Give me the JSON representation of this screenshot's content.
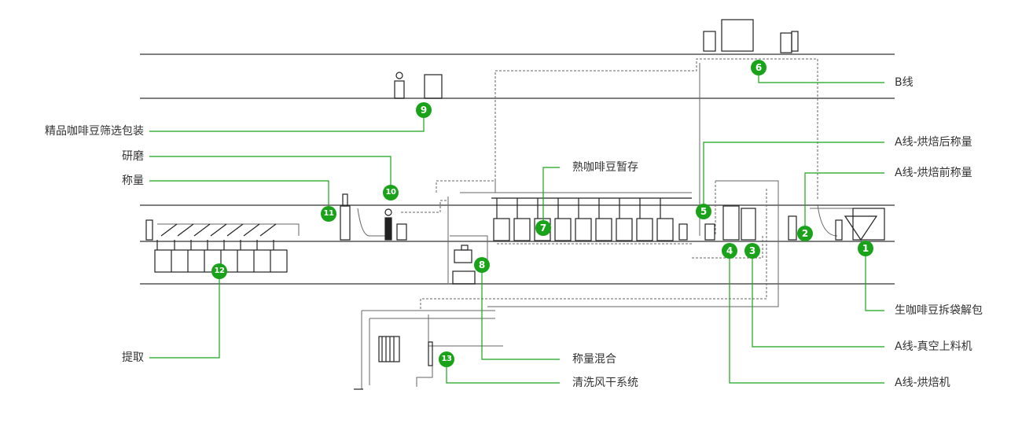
{
  "accent_color": "#1aa31a",
  "markers": [
    "1",
    "2",
    "3",
    "4",
    "5",
    "6",
    "7",
    "8",
    "9",
    "10",
    "11",
    "12",
    "13"
  ],
  "labels": {
    "m1": "生咖啡豆拆袋解包",
    "m2": "A线-烘焙前称量",
    "m3": "A线-真空上料机",
    "m4": "A线-烘焙机",
    "m5": "A线-烘焙后称量",
    "m6": "B线",
    "m7": "熟咖啡豆暂存",
    "m8": "称量混合",
    "m9": "精品咖啡豆筛选包装",
    "m10": "研磨",
    "m11": "称量",
    "m12": "提取",
    "m13": "清洗风干系统"
  }
}
